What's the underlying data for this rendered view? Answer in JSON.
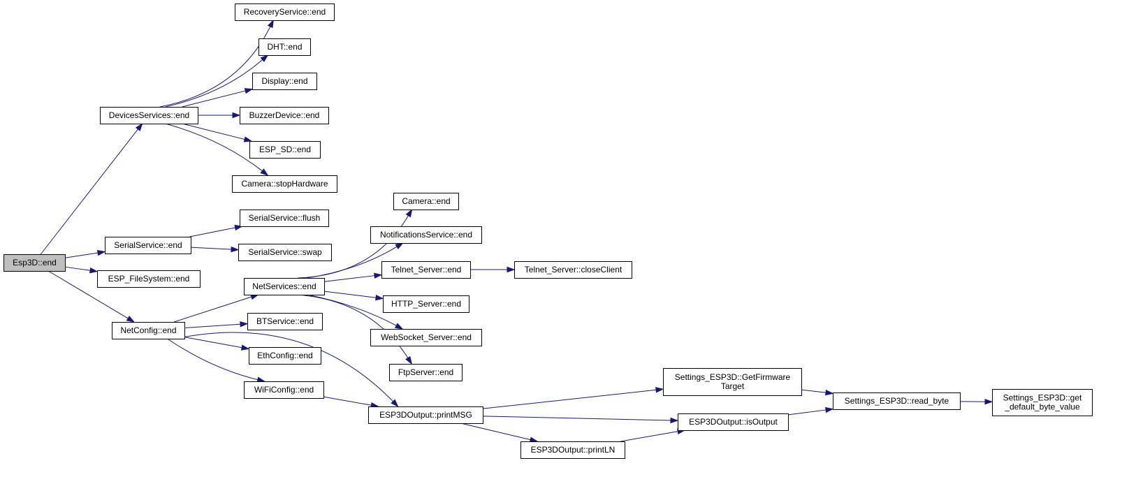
{
  "colors": {
    "edge": "#191970",
    "root_fill": "#bfbfbf",
    "node_fill": "#ffffff",
    "border": "#000000"
  },
  "nodes": {
    "esp3d_end": [
      "Esp3D::end"
    ],
    "devices_end": [
      "DevicesServices::end"
    ],
    "serial_end": [
      "SerialService::end"
    ],
    "fs_end": [
      "ESP_FileSystem::end"
    ],
    "netconfig_end": [
      "NetConfig::end"
    ],
    "recovery_end": [
      "RecoveryService::end"
    ],
    "dht_end": [
      "DHT::end"
    ],
    "display_end": [
      "Display::end"
    ],
    "buzzer_end": [
      "BuzzerDevice::end"
    ],
    "espsd_end": [
      "ESP_SD::end"
    ],
    "camera_stop": [
      "Camera::stopHardware"
    ],
    "serial_flush": [
      "SerialService::flush"
    ],
    "serial_swap": [
      "SerialService::swap"
    ],
    "netservices_end": [
      "NetServices::end"
    ],
    "bt_end": [
      "BTService::end"
    ],
    "eth_end": [
      "EthConfig::end"
    ],
    "wifi_end": [
      "WiFiConfig::end"
    ],
    "camera_end": [
      "Camera::end"
    ],
    "notif_end": [
      "NotificationsService::end"
    ],
    "telnet_end": [
      "Telnet_Server::end"
    ],
    "telnet_close": [
      "Telnet_Server::closeClient"
    ],
    "http_end": [
      "HTTP_Server::end"
    ],
    "ws_end": [
      "WebSocket_Server::end"
    ],
    "ftp_end": [
      "FtpServer::end"
    ],
    "printmsg": [
      "ESP3DOutput::printMSG"
    ],
    "println": [
      "ESP3DOutput::printLN"
    ],
    "isoutput": [
      "ESP3DOutput::isOutput"
    ],
    "getfw": [
      "Settings_ESP3D::GetFirmware",
      "Target"
    ],
    "read_byte": [
      "Settings_ESP3D::read_byte"
    ],
    "get_default": [
      "Settings_ESP3D::get",
      "_default_byte_value"
    ]
  },
  "edges": [
    [
      "esp3d_end",
      "devices_end"
    ],
    [
      "esp3d_end",
      "serial_end"
    ],
    [
      "esp3d_end",
      "fs_end"
    ],
    [
      "esp3d_end",
      "netconfig_end"
    ],
    [
      "devices_end",
      "recovery_end"
    ],
    [
      "devices_end",
      "dht_end"
    ],
    [
      "devices_end",
      "display_end"
    ],
    [
      "devices_end",
      "buzzer_end"
    ],
    [
      "devices_end",
      "espsd_end"
    ],
    [
      "devices_end",
      "camera_stop"
    ],
    [
      "serial_end",
      "serial_flush"
    ],
    [
      "serial_end",
      "serial_swap"
    ],
    [
      "netconfig_end",
      "netservices_end"
    ],
    [
      "netconfig_end",
      "bt_end"
    ],
    [
      "netconfig_end",
      "eth_end"
    ],
    [
      "netconfig_end",
      "wifi_end"
    ],
    [
      "netconfig_end",
      "printmsg"
    ],
    [
      "netservices_end",
      "camera_end"
    ],
    [
      "netservices_end",
      "notif_end"
    ],
    [
      "netservices_end",
      "telnet_end"
    ],
    [
      "netservices_end",
      "http_end"
    ],
    [
      "netservices_end",
      "ws_end"
    ],
    [
      "netservices_end",
      "ftp_end"
    ],
    [
      "telnet_end",
      "telnet_close"
    ],
    [
      "wifi_end",
      "printmsg"
    ],
    [
      "printmsg",
      "getfw"
    ],
    [
      "printmsg",
      "isoutput"
    ],
    [
      "printmsg",
      "println"
    ],
    [
      "println",
      "isoutput"
    ],
    [
      "getfw",
      "read_byte"
    ],
    [
      "isoutput",
      "read_byte"
    ],
    [
      "read_byte",
      "get_default"
    ]
  ]
}
